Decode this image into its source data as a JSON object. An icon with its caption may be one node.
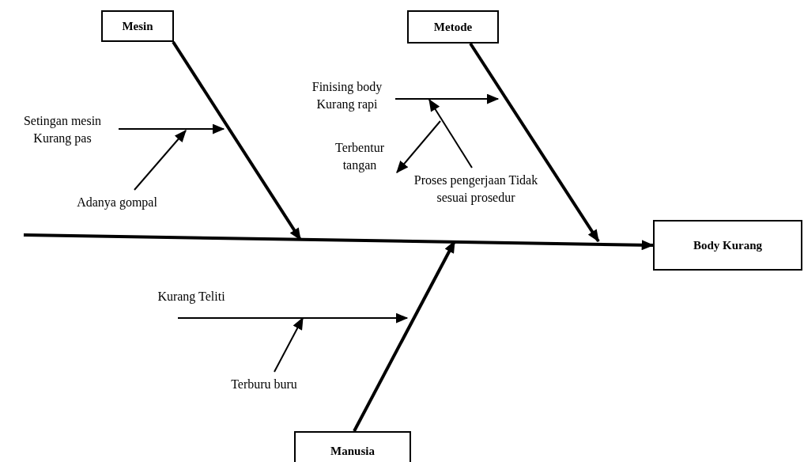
{
  "diagram": {
    "nodes": [
      {
        "text": [
          "Mesin"
        ]
      },
      {
        "text": [
          "Metode"
        ]
      },
      {
        "text": [
          "Body Kurang"
        ]
      },
      {
        "text": [
          "Setingan mesin Kurang pas"
        ]
      },
      {
        "text": [
          "Adanya gompal"
        ]
      },
      {
        "text": [
          "Finising body Kurang rapi"
        ]
      },
      {
        "text": [
          "Terbentur tangan"
        ]
      },
      {
        "text": [
          "Proses pengerjaan Tidak sesuai prosedur"
        ]
      },
      {
        "text": [
          "Kurang Teliti"
        ]
      },
      {
        "text": [
          "Terburu buru"
        ]
      },
      {
        "text": [
          "Manusia"
        ]
      }
    ],
    "edges": [
      {
        "from": null,
        "to": 2,
        "arrow": "to",
        "style": "thick"
      },
      {
        "from": 0,
        "to": null,
        "arrow": "to",
        "style": "thick"
      },
      {
        "from": 1,
        "to": null,
        "arrow": "to",
        "style": "thick"
      },
      {
        "from": 10,
        "to": null,
        "arrow": "to",
        "style": "thick"
      },
      {
        "from": 3,
        "to": null,
        "arrow": "to"
      },
      {
        "from": 4,
        "to": null,
        "arrow": "to"
      },
      {
        "from": 5,
        "to": null,
        "arrow": "to"
      },
      {
        "from": 7,
        "to": null,
        "arrow": "to"
      },
      {
        "from": null,
        "to": 6,
        "arrow": "to"
      },
      {
        "from": 8,
        "to": null,
        "arrow": "to"
      },
      {
        "from": 9,
        "to": null,
        "arrow": "to"
      }
    ]
  }
}
